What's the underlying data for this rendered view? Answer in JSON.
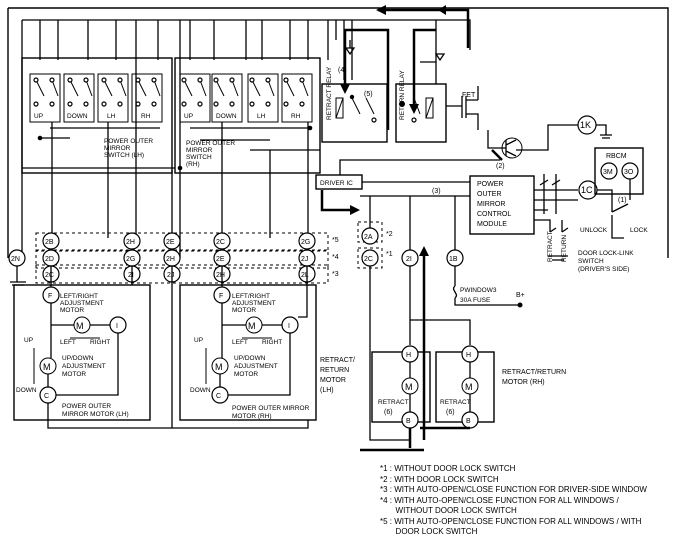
{
  "relays": {
    "retract": "RETRACT RELAY",
    "return": "RETURN RELAY"
  },
  "components": {
    "fet": "FET",
    "driver_ic": "DRIVER IC",
    "control_module": [
      "POWER",
      "OUTER",
      "MIRROR",
      "CONTROL",
      "MODULE"
    ],
    "rbcm": "RBCM",
    "switch_lh_name": [
      "POWER OUTER",
      "MIRROR",
      "SWITCH (LH)"
    ],
    "switch_rh_name": [
      "POWER OUTER",
      "MIRROR",
      "SWITCH",
      "(RH)"
    ],
    "switch_lh_labels": [
      "UP",
      "DOWN",
      "LH",
      "RH"
    ],
    "switch_rh_labels": [
      "UP",
      "DOWN",
      "LH",
      "RH"
    ],
    "door_lock_link_switch": [
      "DOOR  LOCK-LINK",
      "SWITCH",
      "(DRIVER'S SIDE)"
    ],
    "unlock": "UNLOCK",
    "lock": "LOCK",
    "retract_label": "RETRACT",
    "return_label": "RETURN",
    "fuse": [
      "PWINDOW3",
      "30A FUSE"
    ],
    "battery": "B+",
    "lr_motor": [
      "LEFT/RIGHT",
      "ADJUSTMENT",
      "MOTOR"
    ],
    "ud_motor": [
      "UP/DOWN",
      "ADJUSTMENT",
      "MOTOR"
    ],
    "left": "LEFT",
    "right": "RIGHT",
    "up": "UP",
    "down": "DOWN",
    "mirror_motor_lh": [
      "POWER OUTER",
      "MIRROR MOTOR (LH)"
    ],
    "mirror_motor_rh": [
      "POWER OUTER MIRROR",
      "MOTOR (RH)"
    ],
    "retract_return_motor_lh": [
      "RETRACT/",
      "RETURN",
      "MOTOR",
      "(LH)"
    ],
    "retract_return_motor_rh": [
      "RETRACT/RETURN",
      "MOTOR (RH)"
    ],
    "retract_small": "RETRACT"
  },
  "paths": [
    "(1)",
    "(2)",
    "(3)",
    "(4)",
    "(5)",
    "(6)"
  ],
  "terminals": {
    "t1K": "1K",
    "t1C": "1C",
    "t3M": "3M",
    "t3O": "3O",
    "t2A": "2A",
    "t2C_b": "2C",
    "t2I_a": "2I",
    "t1B": "1B",
    "t2N": "2N",
    "t2B": "2B",
    "t2H": "2H",
    "t2E": "2E",
    "t2C": "2C",
    "t2G": "2G",
    "t2D": "2D",
    "t2G2": "2G",
    "t2H2": "2H",
    "t2E2": "2E",
    "t2J": "2J",
    "t2C2": "2C",
    "t2I": "2I",
    "t2J2": "2J",
    "t2H3": "2H",
    "t2L": "2L",
    "F": "F",
    "I": "I",
    "M": "M",
    "C": "C",
    "H": "H",
    "B": "B"
  },
  "row_marks": [
    "*5",
    "*4",
    "*3",
    "*2",
    "*1"
  ],
  "notes": [
    "*1 : WITHOUT DOOR LOCK SWITCH",
    "*2 : WITH DOOR LOCK SWITCH",
    "*3 : WITH AUTO-OPEN/CLOSE FUNCTION FOR DRIVER-SIDE WINDOW",
    "*4 : WITH AUTO-OPEN/CLOSE FUNCTION FOR ALL WINDOWS /",
    "       WITHOUT DOOR LOCK SWITCH",
    "*5 : WITH AUTO-OPEN/CLOSE FUNCTION FOR ALL WINDOWS / WITH",
    "       DOOR LOCK SWITCH"
  ]
}
